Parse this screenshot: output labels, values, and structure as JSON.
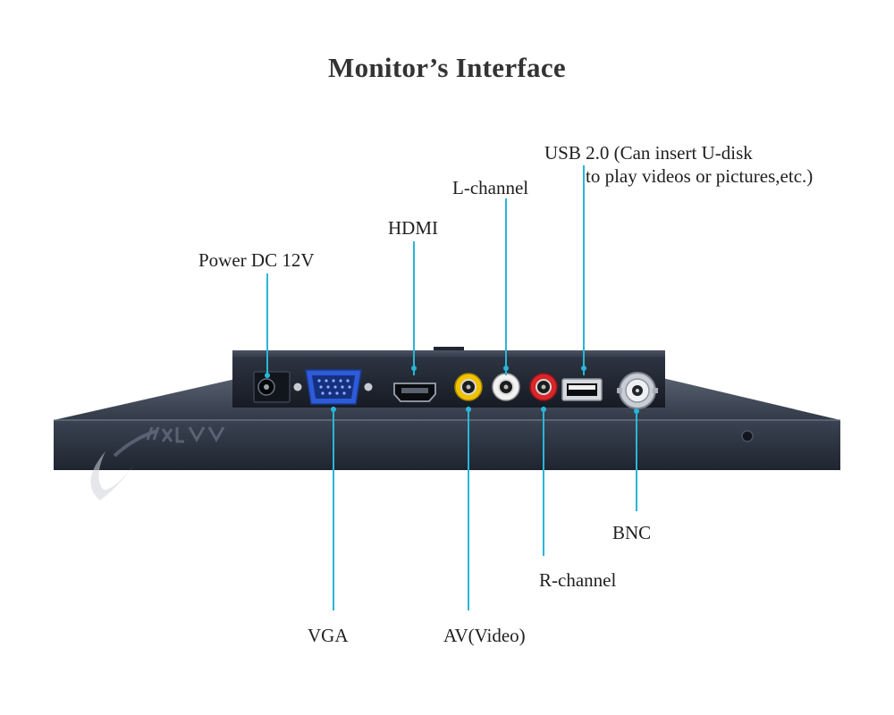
{
  "title": "Monitor’s Interface",
  "labels": {
    "power": "Power DC 12V",
    "hdmi": "HDMI",
    "l_channel": "L-channel",
    "usb_line1": "USB 2.0 (Can insert U-disk",
    "usb_line2": "to play videos or pictures,etc.)",
    "vga": "VGA",
    "av": "AV(Video)",
    "r_channel": "R-channel",
    "bnc": "BNC"
  },
  "colors": {
    "leader_line": "#29b6d8",
    "monitor_body": "#2c3442",
    "port_panel": "#202632",
    "vga_port": "#2e5bd6",
    "rca_yellow": "#f2c200",
    "rca_white": "#f2f2f2",
    "rca_red": "#d8262b"
  }
}
